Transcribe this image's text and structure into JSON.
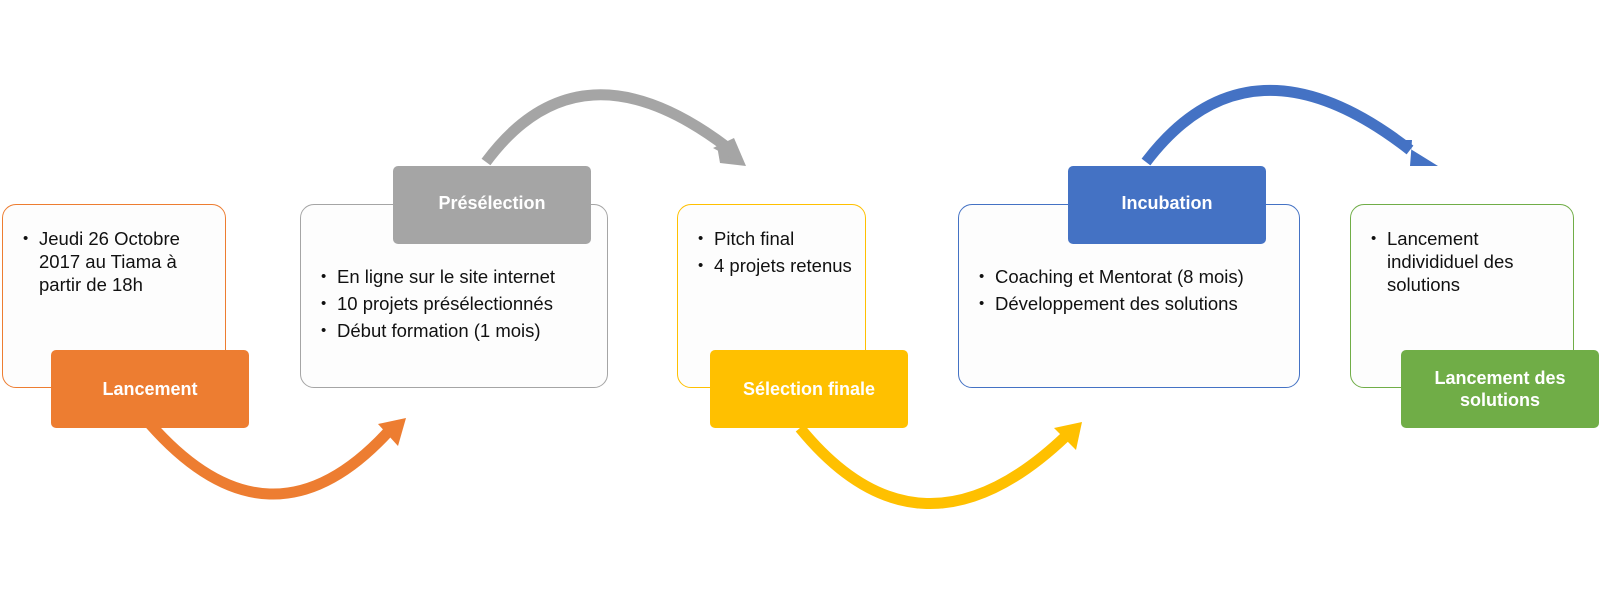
{
  "colors": {
    "lancement": "#ED7D31",
    "preselection": "#A5A5A5",
    "selection_finale": "#FFC000",
    "incubation": "#4472C4",
    "lancement_solutions": "#70AD47"
  },
  "steps": [
    {
      "title": "Lancement",
      "bullets": [
        "Jeudi 26 Octobre 2017 au Tiama à partir de 18h"
      ]
    },
    {
      "title": "Présélection",
      "bullets": [
        "En ligne sur le site internet",
        "10 projets présélectionnés",
        "Début formation (1 mois)"
      ]
    },
    {
      "title": "Sélection finale",
      "bullets": [
        "Pitch final",
        "4 projets retenus"
      ]
    },
    {
      "title": "Incubation",
      "bullets": [
        "Coaching et Mentorat (8 mois)",
        "Développement des solutions"
      ]
    },
    {
      "title": "Lancement des solutions",
      "bullets": [
        "Lancement individiduel des solutions"
      ]
    }
  ]
}
